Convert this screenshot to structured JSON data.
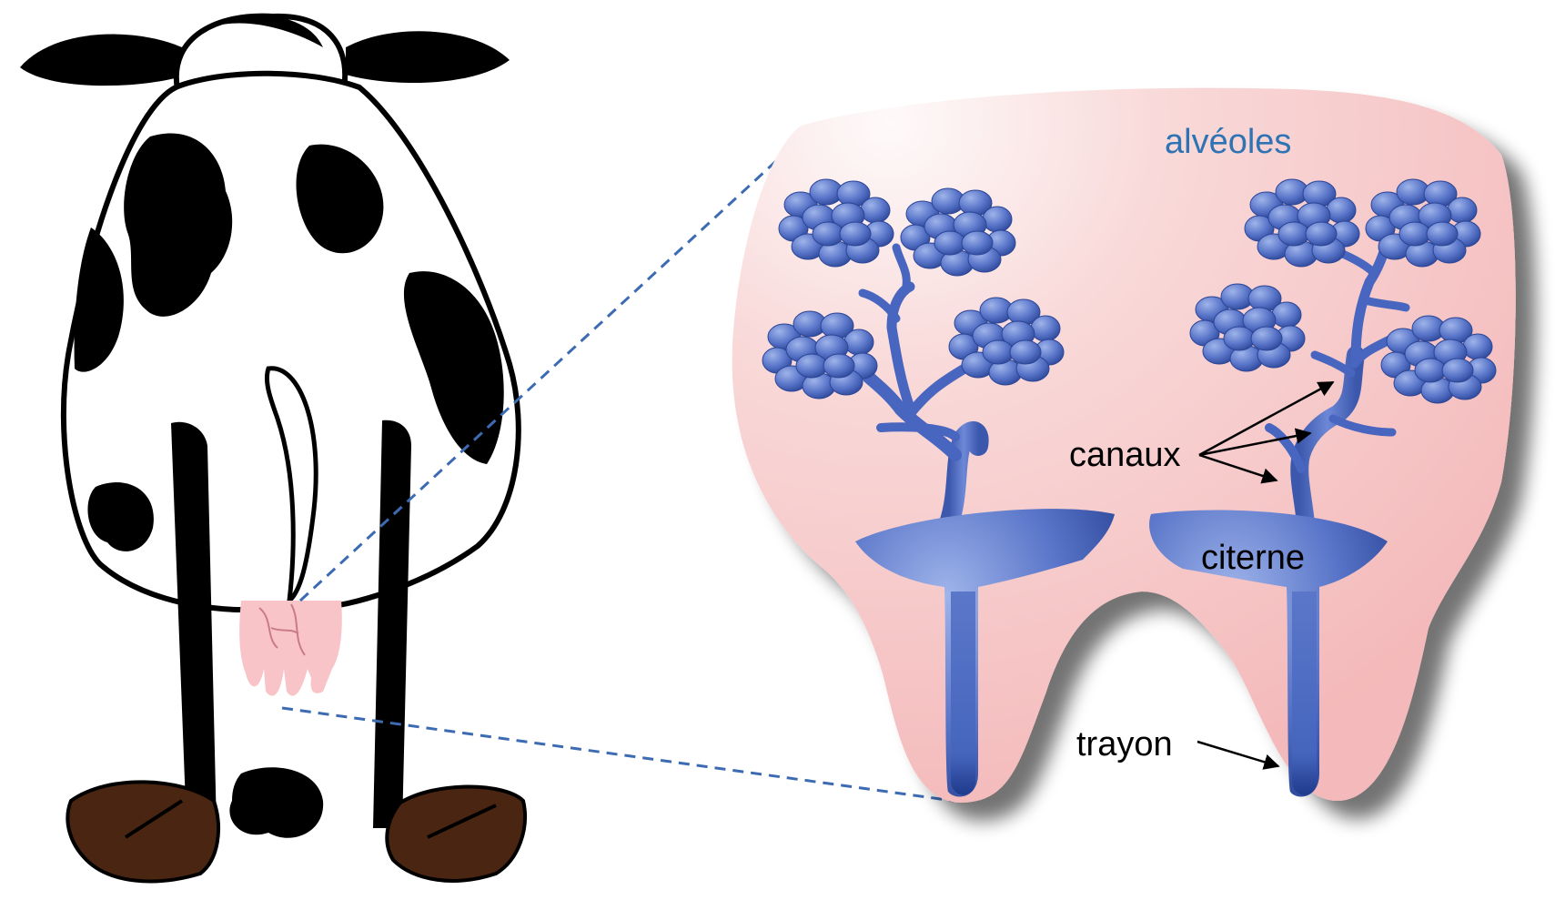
{
  "labels": {
    "alveoles": "alvéoles",
    "canaux": "canaux",
    "citerne": "citerne",
    "trayon": "trayon"
  },
  "colors": {
    "udder_fill": "#f7c8c8",
    "udder_fill_light": "#fdf0f0",
    "structure_blue": "#4f6fc2",
    "structure_dark": "#2b4596",
    "alveoles_label": "#2e74b5",
    "dashed_line": "#3d6bb3",
    "cow_black": "#000000",
    "hoof_brown": "#4a2512",
    "small_udder": "#f9c4c8"
  },
  "icons": {
    "cow": "cow-rear-view-icon",
    "hoof": "hoof-icon"
  }
}
